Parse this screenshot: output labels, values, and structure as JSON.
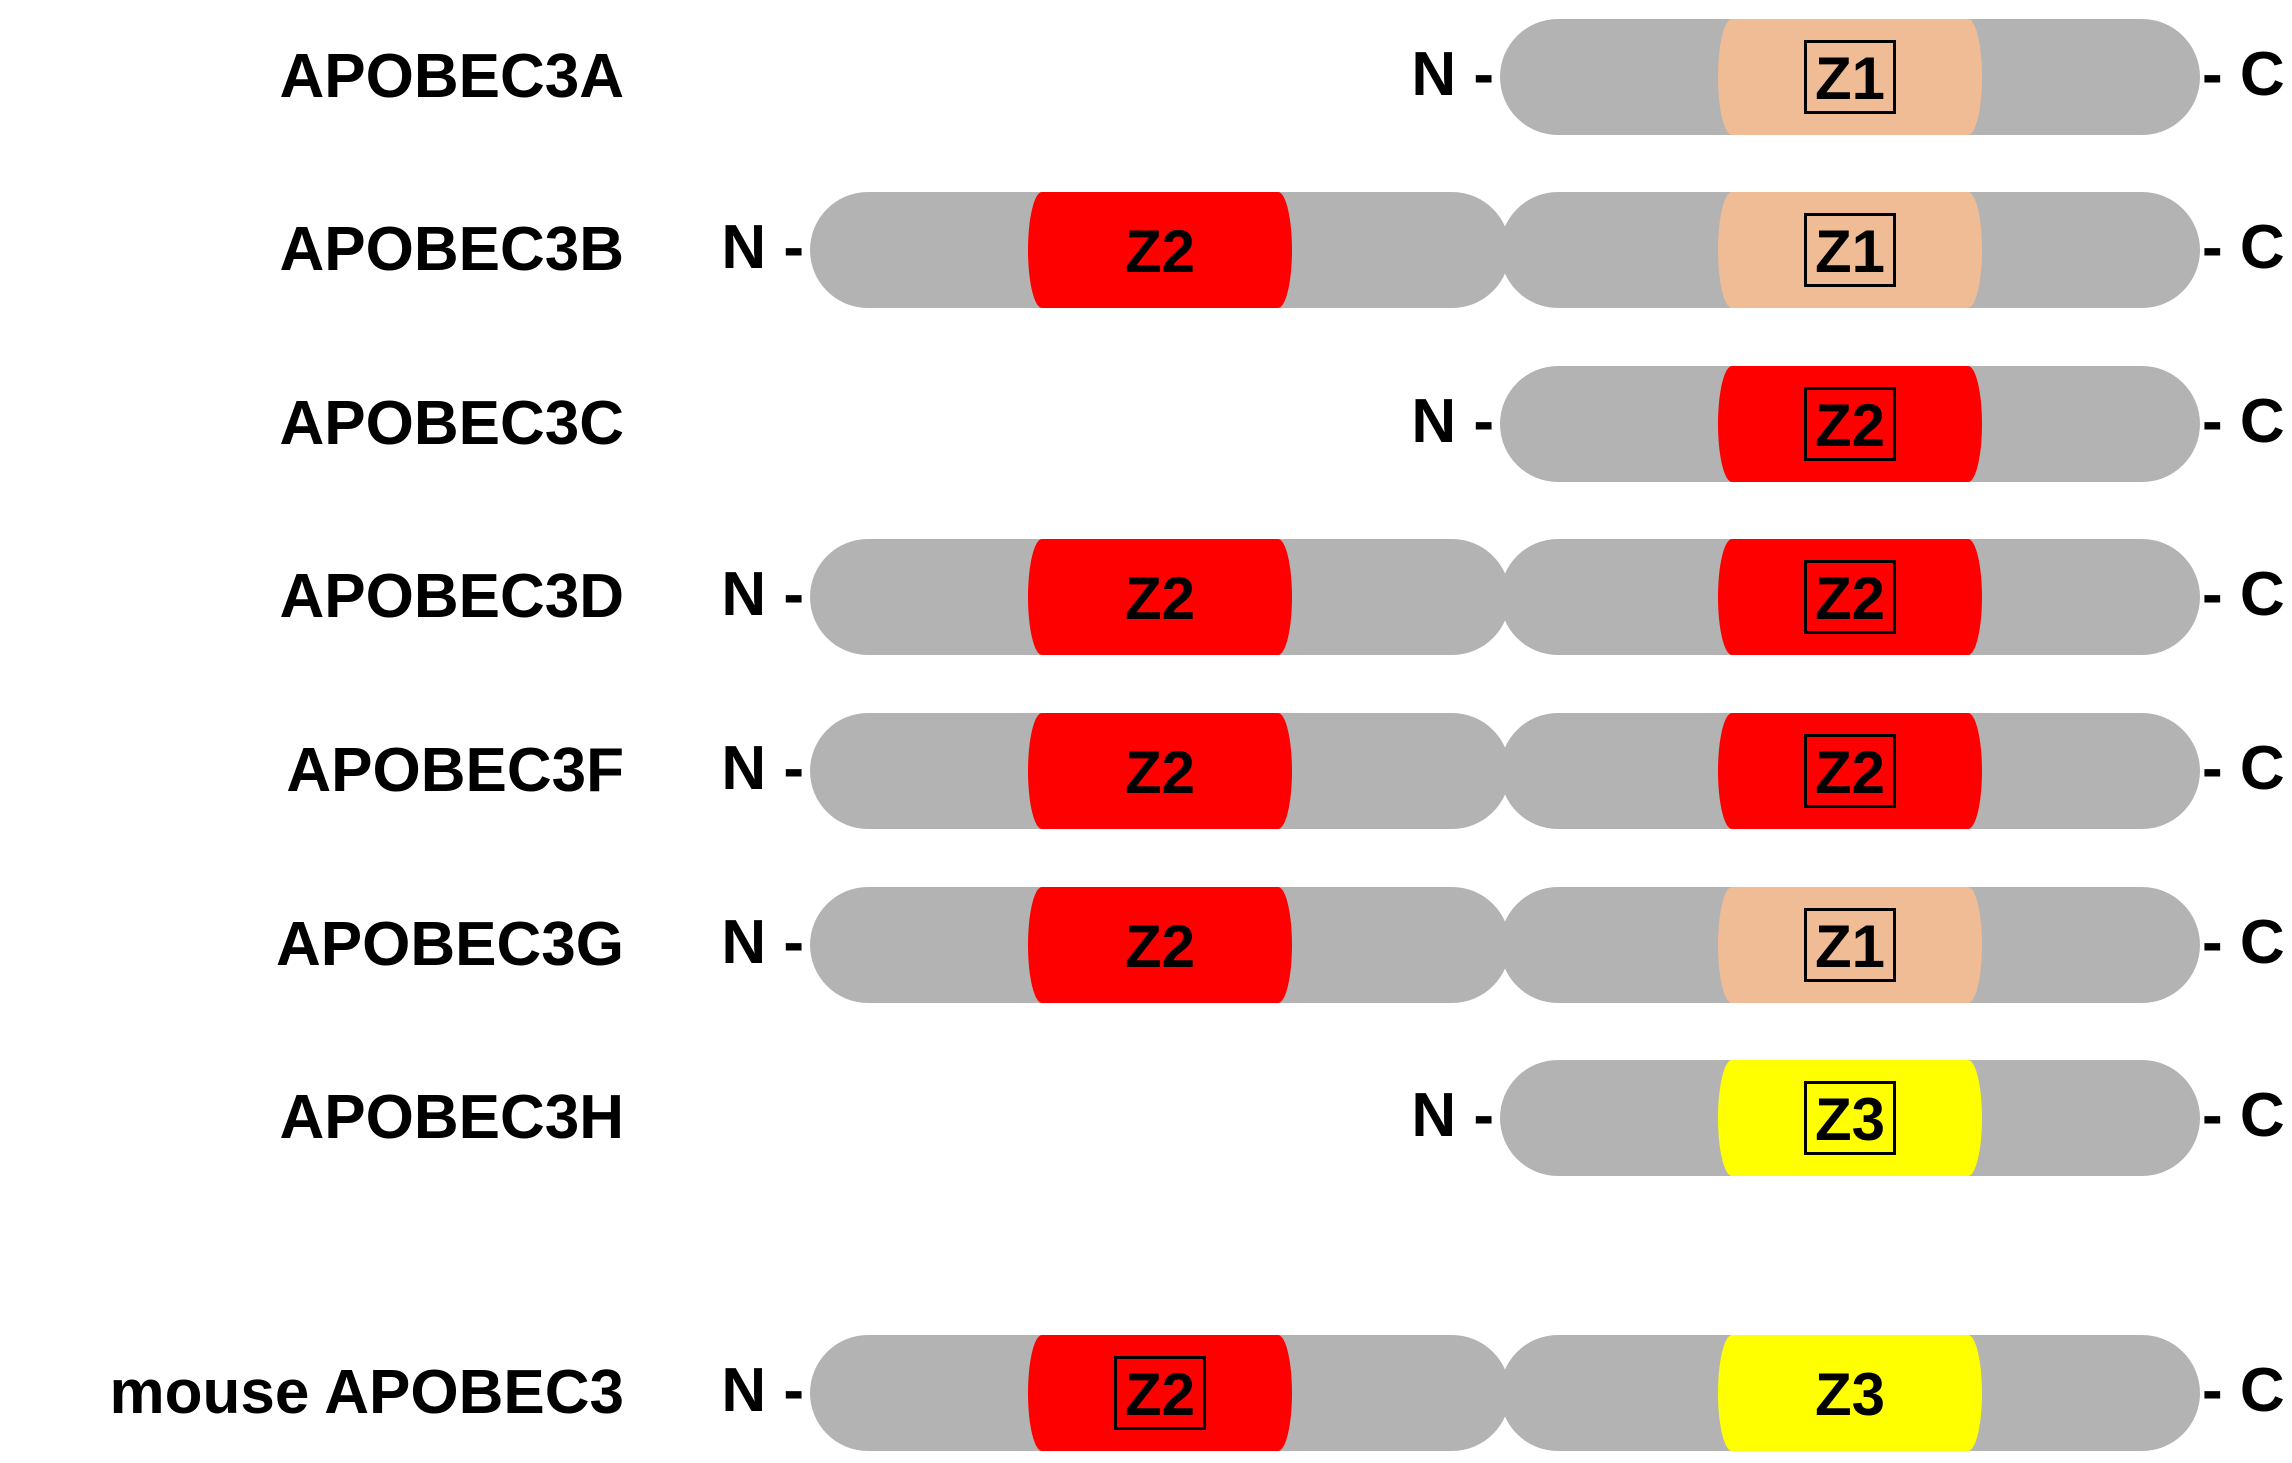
{
  "colors": {
    "backbone": "#b3b3b3",
    "Z1": "#f0bc96",
    "Z2": "#ff0000",
    "Z3": "#ffff00"
  },
  "terminals": {
    "n": "N -",
    "c": "- C"
  },
  "proteins": [
    {
      "name": "APOBEC3A",
      "domains": [
        {
          "type": "Z1",
          "label": "Z1",
          "boxed": true
        }
      ]
    },
    {
      "name": "APOBEC3B",
      "domains": [
        {
          "type": "Z2",
          "label": "Z2",
          "boxed": false
        },
        {
          "type": "Z1",
          "label": "Z1",
          "boxed": true
        }
      ]
    },
    {
      "name": "APOBEC3C",
      "domains": [
        {
          "type": "Z2",
          "label": "Z2",
          "boxed": true
        }
      ]
    },
    {
      "name": "APOBEC3D",
      "domains": [
        {
          "type": "Z2",
          "label": "Z2",
          "boxed": false
        },
        {
          "type": "Z2",
          "label": "Z2",
          "boxed": true
        }
      ]
    },
    {
      "name": "APOBEC3F",
      "domains": [
        {
          "type": "Z2",
          "label": "Z2",
          "boxed": false
        },
        {
          "type": "Z2",
          "label": "Z2",
          "boxed": true
        }
      ]
    },
    {
      "name": "APOBEC3G",
      "domains": [
        {
          "type": "Z2",
          "label": "Z2",
          "boxed": false
        },
        {
          "type": "Z1",
          "label": "Z1",
          "boxed": true
        }
      ]
    },
    {
      "name": "APOBEC3H",
      "domains": [
        {
          "type": "Z3",
          "label": "Z3",
          "boxed": true
        }
      ]
    },
    {
      "name": "mouse APOBEC3",
      "domains": [
        {
          "type": "Z2",
          "label": "Z2",
          "boxed": true
        },
        {
          "type": "Z3",
          "label": "Z3",
          "boxed": false
        }
      ]
    }
  ]
}
